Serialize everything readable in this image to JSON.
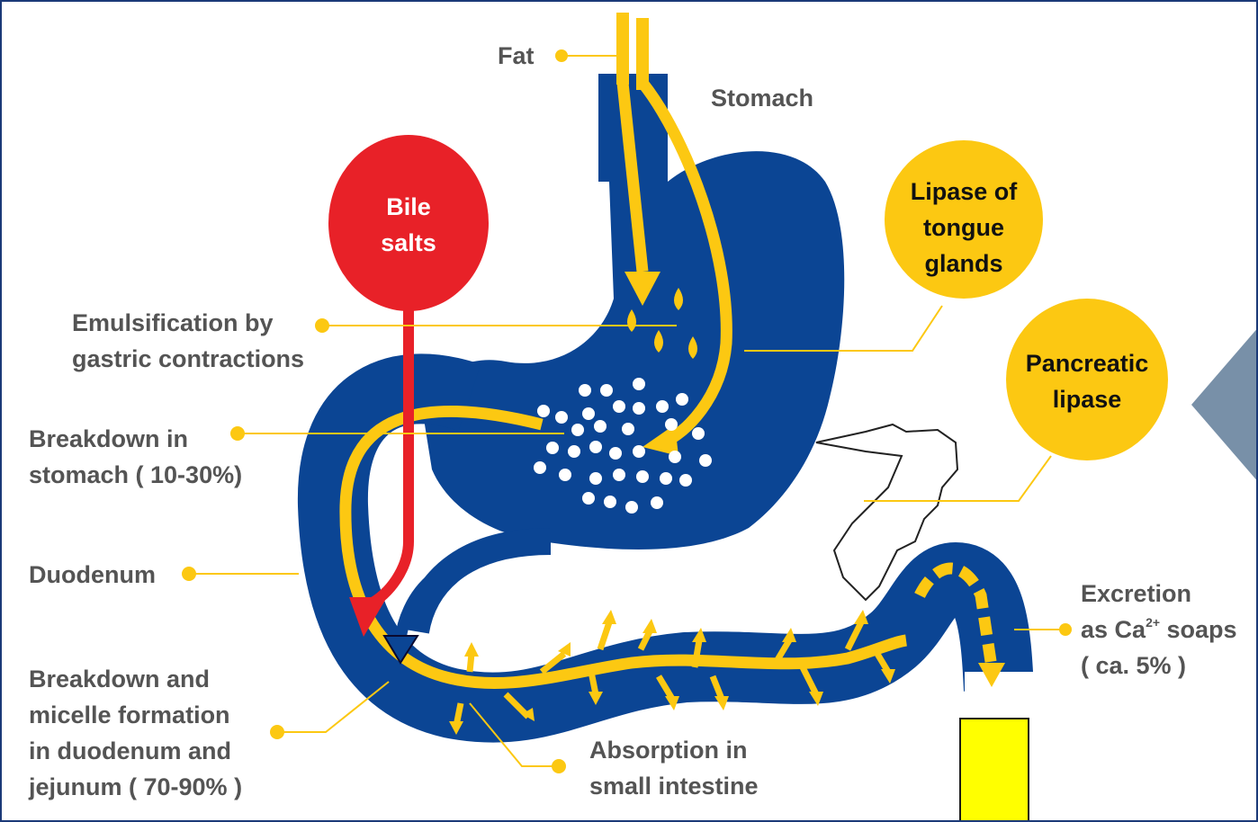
{
  "labels": {
    "fat": "Fat",
    "stomach": "Stomach",
    "emulsification": [
      "Emulsification by",
      "gastric contractions"
    ],
    "breakdown_stomach": [
      "Breakdown in",
      "stomach ( 10-30%)"
    ],
    "duodenum": "Duodenum",
    "breakdown_duodenum": [
      "Breakdown and",
      "micelle formation",
      "in duodenum and",
      "jejunum ( 70-90% )"
    ],
    "absorption": [
      "Absorption in",
      "small intestine"
    ],
    "excretion_1": "Excretion",
    "excretion_2_pre": "as Ca",
    "excretion_2_sup": "2+",
    "excretion_2_post": " soaps",
    "excretion_3": "( ca. 5% )"
  },
  "circles": {
    "bile": [
      "Bile",
      "salts"
    ],
    "tongue_lipase": [
      "Lipase of",
      "tongue",
      "glands"
    ],
    "pancreatic_lipase": [
      "Pancreatic",
      "lipase"
    ]
  },
  "colors": {
    "organ_blue": "#0b4594",
    "fat_yellow": "#fcc812",
    "bile_red": "#e82128",
    "label_gray": "#545454",
    "tab_slate": "#7890a8",
    "box_yellow": "#ffff00",
    "frame_navy": "#1b3a78"
  }
}
